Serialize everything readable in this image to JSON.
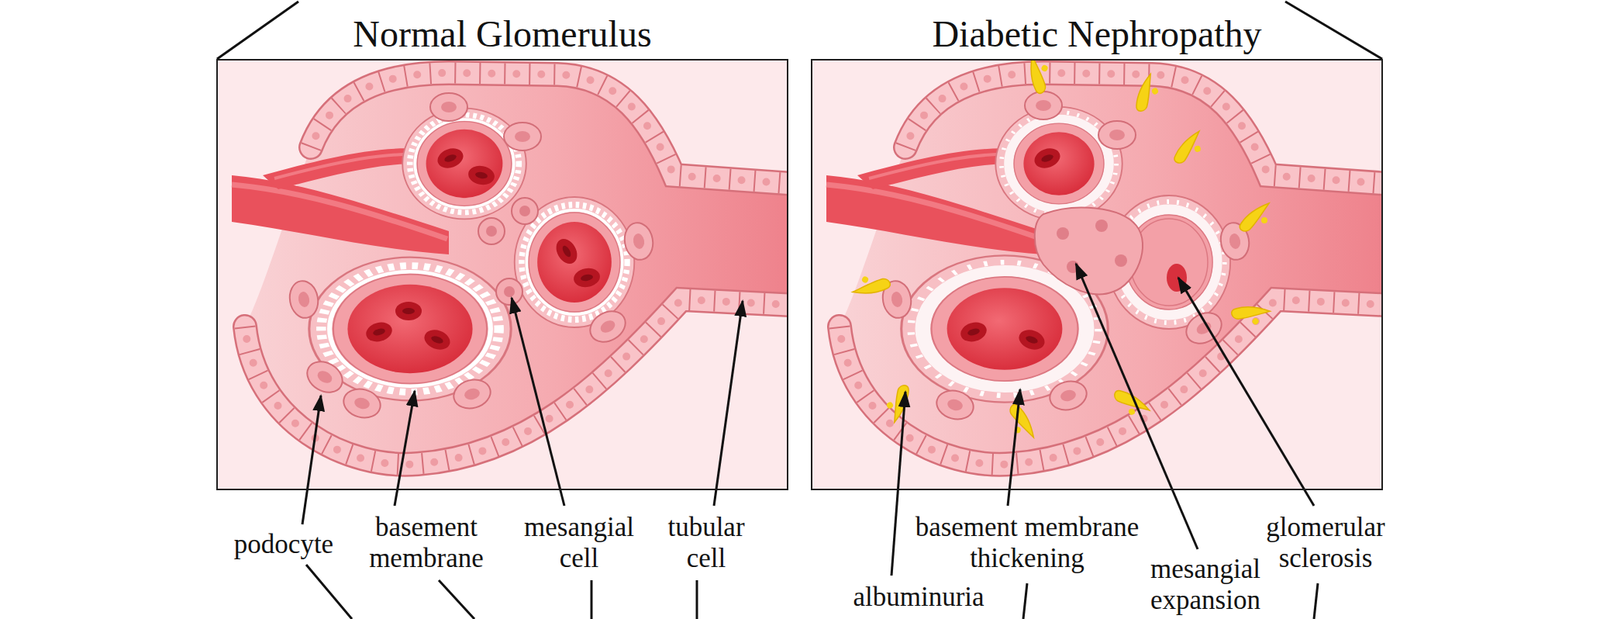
{
  "diagram": {
    "nodes": [
      {
        "text": [
          "Normal Glomerulus"
        ]
      },
      {
        "text": [
          "Diabetic Nephropathy"
        ]
      }
    ],
    "labels": [
      "podocyte",
      "basement membrane",
      "mesangial cell",
      "tubular cell",
      "albuminuria",
      "basement membrane thickening",
      "mesangial expansion",
      "glomerular sclerosis"
    ]
  }
}
